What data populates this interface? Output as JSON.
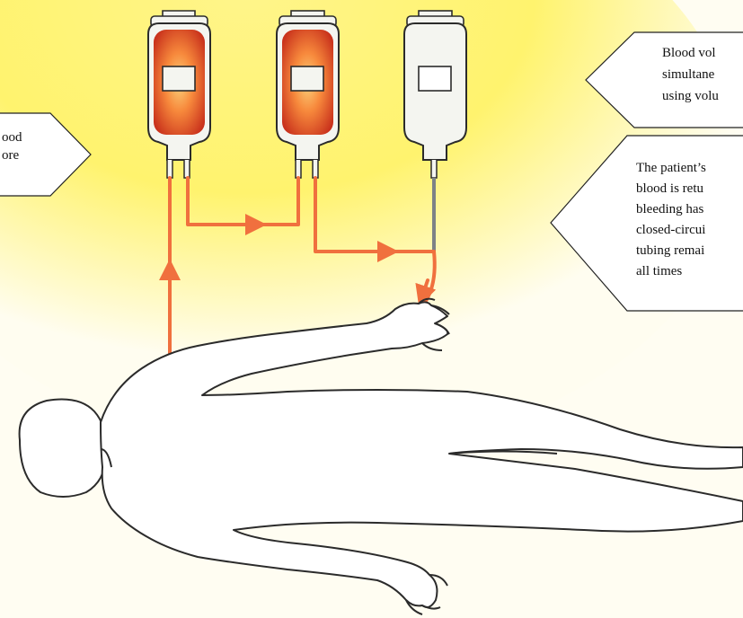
{
  "colors": {
    "glow_center": "#fff58a",
    "glow_edge": "#fffdf0",
    "blood_dark": "#c9321c",
    "blood_light": "#f7a25a",
    "tube": "#f0703e",
    "outline": "#2b2b2b",
    "bag_empty": "#f4f5f0",
    "empty_tube": "#7d8286"
  },
  "callouts": {
    "left": {
      "lines": [
        "ood",
        "ore"
      ]
    },
    "top_right": {
      "lines": [
        "Blood vol",
        "simultane",
        "using volu"
      ]
    },
    "mid_right": {
      "lines": [
        "The patient’s",
        "blood is retu",
        "bleeding has",
        "closed-circui",
        "tubing remai",
        "all times"
      ]
    }
  },
  "figure": {
    "bags": [
      {
        "state": "filled"
      },
      {
        "state": "filled"
      },
      {
        "state": "empty"
      }
    ]
  }
}
